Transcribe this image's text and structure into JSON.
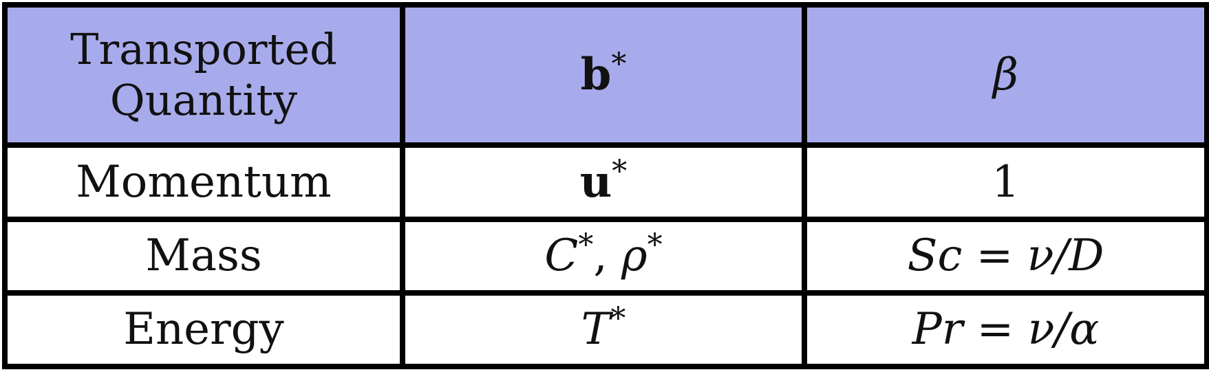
{
  "table": {
    "header": {
      "col1_line1": "Transported",
      "col1_line2": "Quantity",
      "col2_symbol": "b",
      "col2_sup": "*",
      "col3_symbol": "β"
    },
    "rows": [
      {
        "quantity": "Momentum",
        "b_symbol": "u",
        "b_sup": "*",
        "beta": "1"
      },
      {
        "quantity": "Mass",
        "b_symbol_1": "C",
        "b_sup_1": "*",
        "b_separator": ", ",
        "b_symbol_2": "ρ",
        "b_sup_2": "*",
        "beta": "Sc = ν/D"
      },
      {
        "quantity": "Energy",
        "b_symbol": "T",
        "b_sup": "*",
        "beta": "Pr = ν/α"
      }
    ]
  },
  "colors": {
    "header_background": "#a8abeb",
    "border": "#000000",
    "body_background": "#ffffff"
  }
}
